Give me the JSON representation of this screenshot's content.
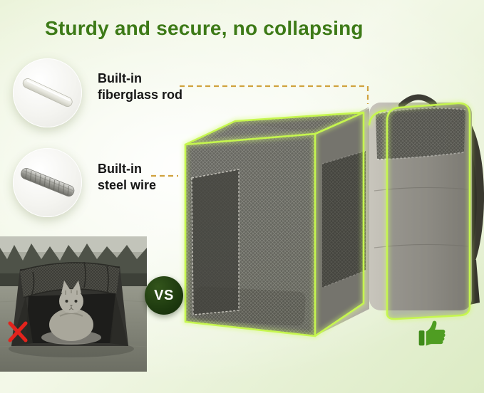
{
  "title": "Sturdy and secure, no collapsing",
  "callouts": [
    {
      "id": "fiberglass-rod",
      "lines": [
        "Built-in",
        "fiberglass rod"
      ]
    },
    {
      "id": "steel-wire",
      "lines": [
        "Built-in",
        "steel wire"
      ]
    }
  ],
  "comparison": {
    "vs_label": "VS",
    "bad_icon": "red-x-mark",
    "good_icon": "green-thumbs-up"
  },
  "colors": {
    "title_green": "#3d7a17",
    "highlight_glow": "#c6f74e",
    "connector_dash": "#d0a23d",
    "vs_badge_bg": "#1c380e",
    "reject_red": "#e3231c",
    "approve_green": "#4f9d22"
  }
}
